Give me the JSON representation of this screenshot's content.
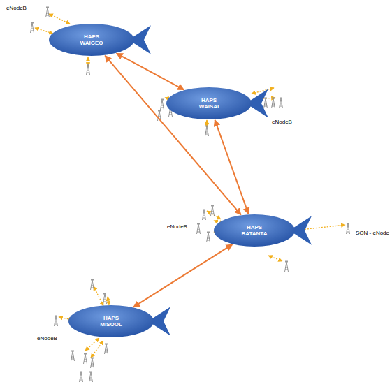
{
  "diagram": {
    "nodes": [
      {
        "text": [
          "HAPS WAIGEO"
        ]
      },
      {
        "text": [
          "HAPS WAISAI"
        ]
      },
      {
        "text": [
          "HAPS BATANTA"
        ]
      },
      {
        "text": [
          "HAPS MISOOL"
        ]
      }
    ],
    "edges": [
      {
        "from": 0,
        "to": 1,
        "arrow": "both"
      },
      {
        "from": 0,
        "to": 2,
        "arrow": "both"
      },
      {
        "from": 1,
        "to": 2,
        "arrow": "both"
      },
      {
        "from": 2,
        "to": 3,
        "arrow": "both"
      }
    ],
    "labels": [
      "eNodeB",
      "eNodeB",
      "eNodeB",
      "eNodeB",
      "SON - eNode"
    ]
  }
}
